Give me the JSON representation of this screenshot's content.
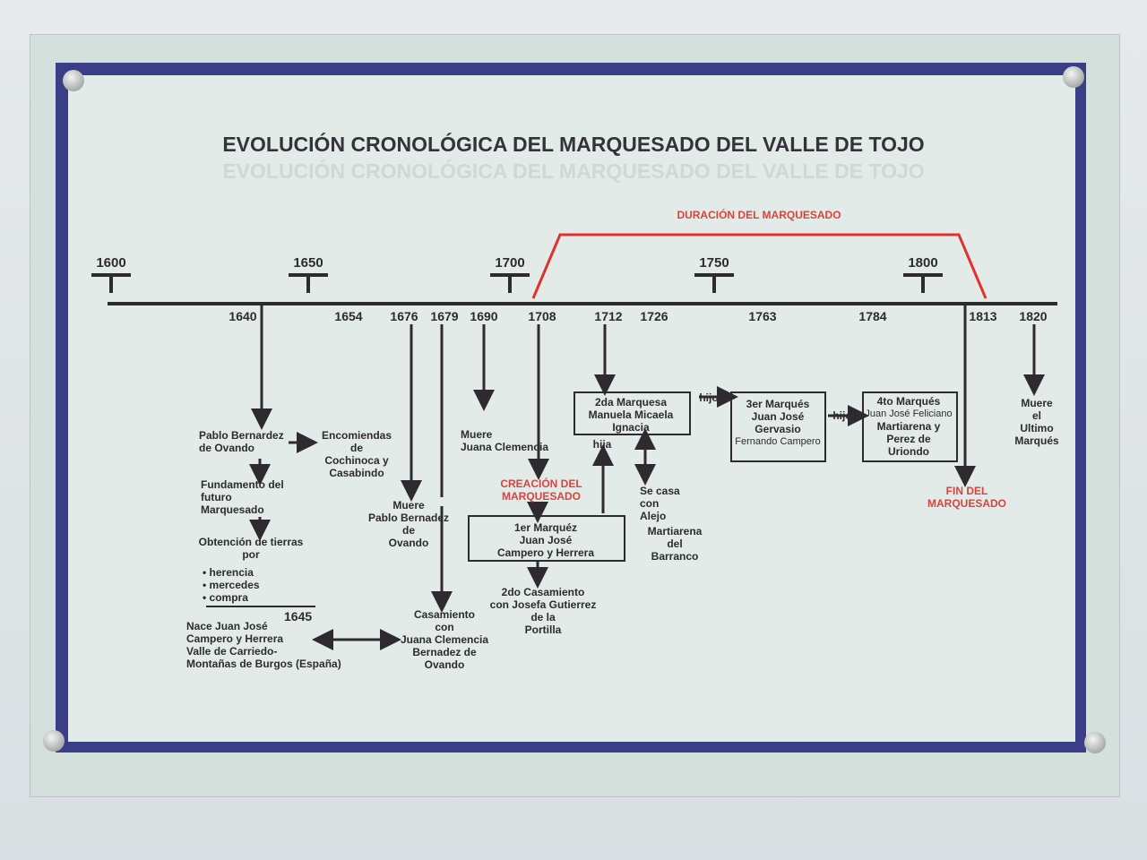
{
  "title": "EVOLUCIÓN CRONOLÓGICA DEL MARQUESADO DEL VALLE DE TOJO",
  "duration_label": "DURACIÓN DEL MARQUESADO",
  "major_years": [
    "1600",
    "1650",
    "1700",
    "1750",
    "1800"
  ],
  "event_years": [
    "1640",
    "1654",
    "1676",
    "1679",
    "1690",
    "1708",
    "1712",
    "1726",
    "1763",
    "1784",
    "1813",
    "1820"
  ],
  "events": {
    "pablo": [
      "Pablo Bernardez",
      "de Ovando"
    ],
    "encomiendas": [
      "Encomiendas",
      "de",
      "Cochinoca y",
      "Casabindo"
    ],
    "fundamento": [
      "Fundamento del",
      "futuro",
      "Marquesado"
    ],
    "obtencion": [
      "Obtención de tierras",
      "por"
    ],
    "bullets": [
      "herencia",
      "mercedes",
      "compra"
    ],
    "year_1645": "1645",
    "nace": [
      "Nace Juan José",
      "Campero y Herrera",
      "Valle de Carriedo-",
      "Montañas de Burgos (España)"
    ],
    "muere_pablo": [
      "Muere",
      "Pablo Bernadez",
      "de",
      "Ovando"
    ],
    "casamiento": [
      "Casamiento",
      "con",
      "Juana Clemencia",
      "Bernadez de",
      "Ovando"
    ],
    "muere_juana": [
      "Muere",
      "Juana Clemencia"
    ],
    "creacion": [
      "CREACIÓN DEL",
      "MARQUESADO"
    ],
    "marques1": [
      "1er Marquéz",
      "Juan José",
      "Campero y Herrera"
    ],
    "segundo_casamiento": [
      "2do Casamiento",
      "con Josefa Gutierrez",
      "de la",
      "Portilla"
    ],
    "marquesa2": [
      "2da Marquesa",
      "Manuela Micaela",
      "Ignacia"
    ],
    "hija": "hija",
    "se_casa": [
      "Se casa",
      "con",
      "Alejo"
    ],
    "martiarena": [
      "Martiarena",
      "del",
      "Barranco"
    ],
    "hijo1": "hijo",
    "marques3": [
      "3er Marqués",
      "Juan José",
      "Gervasio",
      "Fernando Campero"
    ],
    "hijo2": "hijo",
    "marques4": [
      "4to Marqués",
      "Juan José Feliciano",
      "Martiarena y",
      "Perez de",
      "Uriondo"
    ],
    "fin": [
      "FIN DEL",
      "MARQUESADO"
    ],
    "muere_ultimo": [
      "Muere",
      "el",
      "Ultimo",
      "Marqués"
    ]
  },
  "colors": {
    "frame": "#3a3e86",
    "accent_red": "#d8443c",
    "ink": "#2d2a30"
  }
}
